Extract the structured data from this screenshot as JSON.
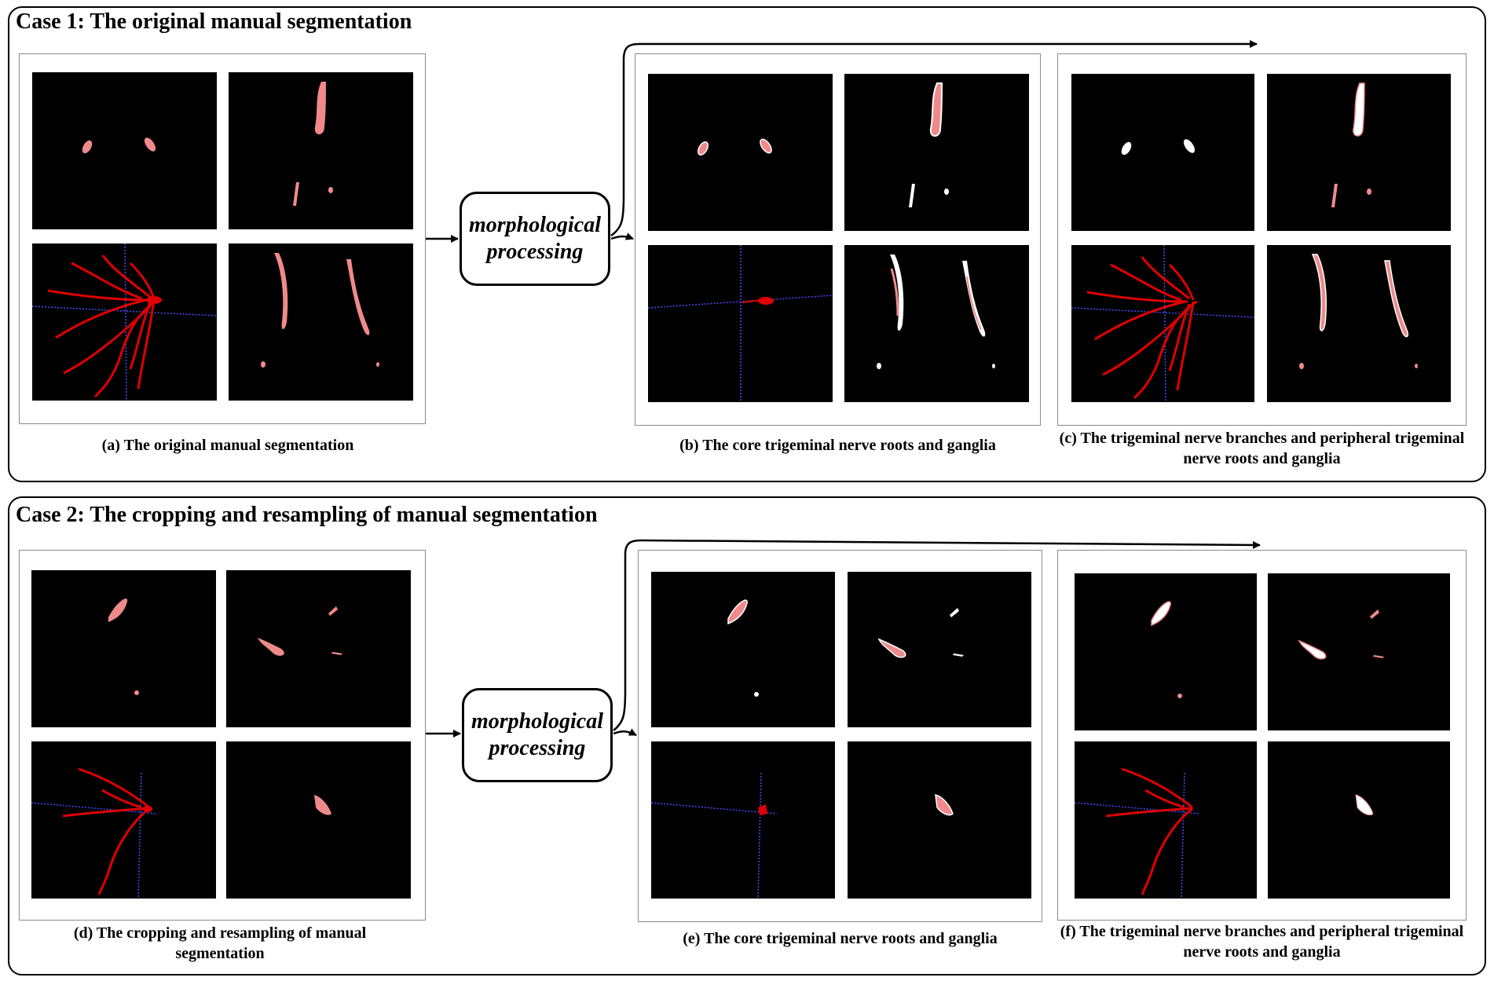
{
  "case1": {
    "title": "Case 1: The original  manual segmentation",
    "process_label": "morphological\nprocessing",
    "caption_a": "(a) The original  manual segmentation",
    "caption_b": "(b) The core trigeminal nerve roots and ganglia",
    "caption_c": "(c) The trigeminal nerve branches and peripheral trigeminal nerve roots and ganglia"
  },
  "case2": {
    "title": "Case 2: The cropping and resampling of manual segmentation",
    "process_label": "morphological\nprocessing",
    "caption_d": "(d) The cropping and resampling of manual segmentation",
    "caption_e": "(e) The core trigeminal nerve roots and ganglia",
    "caption_f": "(f) The trigeminal nerve branches and peripheral trigeminal nerve roots and ganglia"
  },
  "colors": {
    "image_background": "#000000",
    "segmentation_pink": "#f08a8a",
    "core_white": "#ffffff",
    "nerve_red": "#e00000",
    "axis_blue": "#4a4aff"
  }
}
